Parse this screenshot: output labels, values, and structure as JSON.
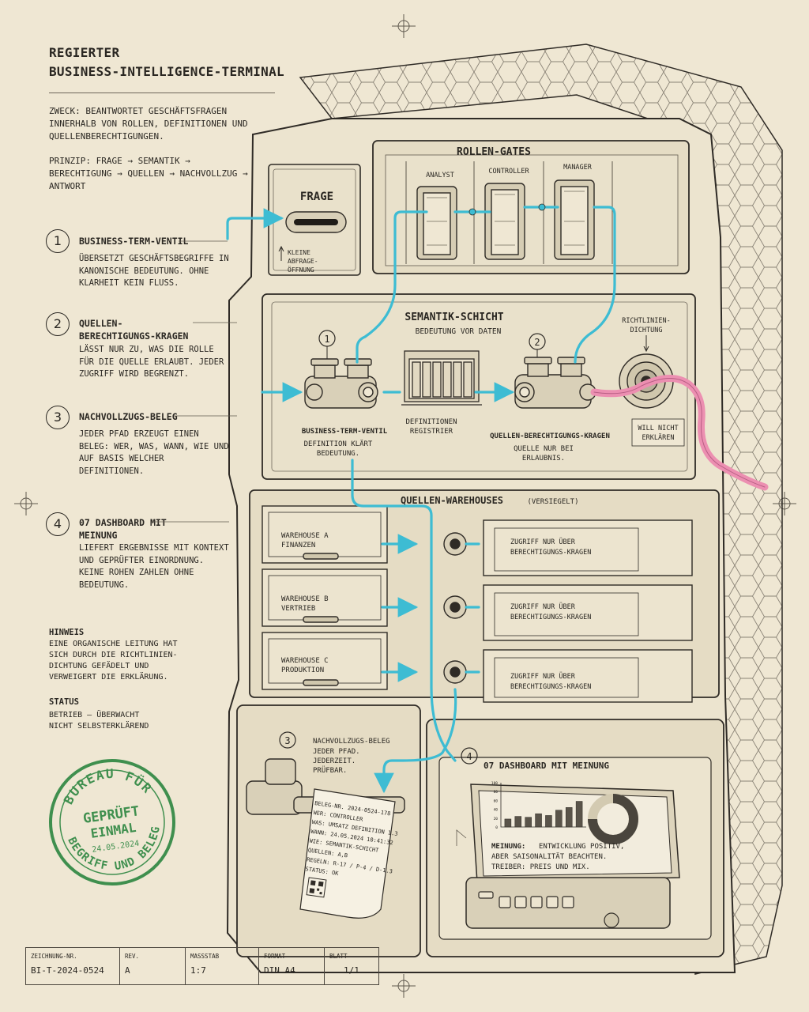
{
  "title": {
    "line1": "REGIERTER",
    "line2": "BUSINESS-INTELLIGENCE-TERMINAL"
  },
  "purpose": "ZWECK: BEANTWORTET GESCHÄFTSFRAGEN INNERHALB VON ROLLEN, DEFINITIONEN UND QUELLENBERECHTIGUNGEN.",
  "principle": "PRINZIP: FRAGE → SEMANTIK → BERECHTIGUNG → QUELLEN → NACHVOLLZUG → ANTWORT",
  "callouts": [
    {
      "num": "1",
      "title": "BUSINESS-TERM-VENTIL",
      "body": "ÜBERSETZT GESCHÄFTSBEGRIFFE IN KANONISCHE BEDEUTUNG. OHNE KLARHEIT KEIN FLUSS."
    },
    {
      "num": "2",
      "title": "QUELLEN-BERECHTIGUNGS-KRAGEN",
      "body": "LÄSST NUR ZU, WAS DIE ROLLE FÜR DIE QUELLE ERLAUBT. JEDER ZUGRIFF WIRD BEGRENZT."
    },
    {
      "num": "3",
      "title": "NACHVOLLZUGS-BELEG",
      "body": "JEDER PFAD ERZEUGT EINEN BELEG: WER, WAS, WANN, WIE UND AUF BASIS WELCHER DEFINITIONEN."
    },
    {
      "num": "4",
      "title": "07 DASHBOARD MIT MEINUNG",
      "body": "LIEFERT ERGEBNISSE MIT KONTEXT UND GEPRÜFTER EINORDNUNG. KEINE ROHEN ZAHLEN OHNE BEDEUTUNG."
    }
  ],
  "note": {
    "title": "HINWEIS",
    "body": "EINE ORGANISCHE LEITUNG HAT SICH DURCH DIE RICHTLINIEN-DICHTUNG GEFÄDELT UND VERWEIGERT DIE ERKLÄRUNG."
  },
  "status": {
    "title": "STATUS",
    "line1": "BETRIEB – ÜBERWACHT",
    "line2": "NICHT SELBSTERKLÄREND"
  },
  "stamp": {
    "top": "BUREAU FÜR",
    "bottom": "BEGRIFF UND BELEG",
    "center1": "GEPRÜFT",
    "center2": "EINMAL",
    "date": "24.05.2024",
    "color": "#3f8f4e"
  },
  "machine": {
    "question": {
      "label": "FRAGE",
      "slot_note": "KLEINE ABFRAGE-ÖFFNUNG"
    },
    "gates": {
      "title": "ROLLEN-GATES",
      "roles": [
        "ANALYST",
        "CONTROLLER",
        "MANAGER"
      ]
    },
    "semantic": {
      "title": "SEMANTIK-SCHICHT",
      "subtitle": "BEDEUTUNG VOR DATEN",
      "valve_label": "BUSINESS-TERM-VENTIL",
      "valve_note": "DEFINITION KLÄRT BEDEUTUNG.",
      "registry_label": "DEFINITIONEN REGISTRIER",
      "collar_label": "QUELLEN-BERECHTIGUNGS-KRAGEN",
      "collar_note": "QUELLE NUR BEI ERLAUBNIS.",
      "seal_label": "RICHTLINIEN-DICHTUNG",
      "seal_note": "WILL NICHT ERKLÄREN",
      "num1": "1",
      "num2": "2"
    },
    "warehouses": {
      "title": "QUELLEN-WAREHOUSES",
      "title_note": "(VERSIEGELT)",
      "items": [
        {
          "line1": "WAREHOUSE A",
          "line2": "FINANZEN",
          "access": "ZUGRIFF NUR ÜBER BERECHTIGUNGS-KRAGEN"
        },
        {
          "line1": "WAREHOUSE B",
          "line2": "VERTRIEB",
          "access": "ZUGRIFF NUR ÜBER BERECHTIGUNGS-KRAGEN"
        },
        {
          "line1": "WAREHOUSE C",
          "line2": "PRODUKTION",
          "access": "ZUGRIFF NUR ÜBER BERECHTIGUNGS-KRAGEN"
        }
      ]
    },
    "receipt": {
      "num": "3",
      "label": "NACHVOLLZUGS-BELEG",
      "note": "JEDER PFAD. JEDERZEIT. PRÜFBAR.",
      "lines": [
        "BELEG-NR.   2024-0524-178",
        "WER:   CONTROLLER",
        "WAS:   UMSATZ DEFINITION 1.3",
        "WANN:  24.05.2024  10:41:32",
        "WIE:   SEMANTIK-SCHICHT",
        "QUELLEN:  A,B",
        "REGELN:   R-17 / P-4 / D-1.3",
        "STATUS:   OK"
      ]
    },
    "dashboard": {
      "num": "4",
      "title": "07 DASHBOARD MIT MEINUNG",
      "opinion_label": "MEINUNG:",
      "opinion_1": "ENTWICKLUNG POSITIV,",
      "opinion_2": "ABER SAISONALITÄT BEACHTEN.",
      "opinion_3": "TREIBER: PREIS UND MIX."
    }
  },
  "chart_data": {
    "type": "bar",
    "values": [
      18,
      24,
      22,
      30,
      26,
      38,
      44,
      58
    ],
    "ylim": [
      0,
      100
    ],
    "yticks": [
      "100",
      "80",
      "60",
      "40",
      "20",
      "0"
    ],
    "donut": [
      75,
      25
    ]
  },
  "titleblock": [
    {
      "label": "ZEICHNUNG-NR.",
      "value": "BI-T-2024-0524"
    },
    {
      "label": "REV.",
      "value": "A"
    },
    {
      "label": "MASSSTAB",
      "value": "1:7"
    },
    {
      "label": "FORMAT",
      "value": "DIN A4"
    },
    {
      "label": "BLATT",
      "value": "1/1"
    }
  ],
  "colors": {
    "pipe": "#3dbcd3",
    "organic": "#ec8fb1",
    "line": "#2f2b26",
    "paper": "#efe7d3"
  }
}
